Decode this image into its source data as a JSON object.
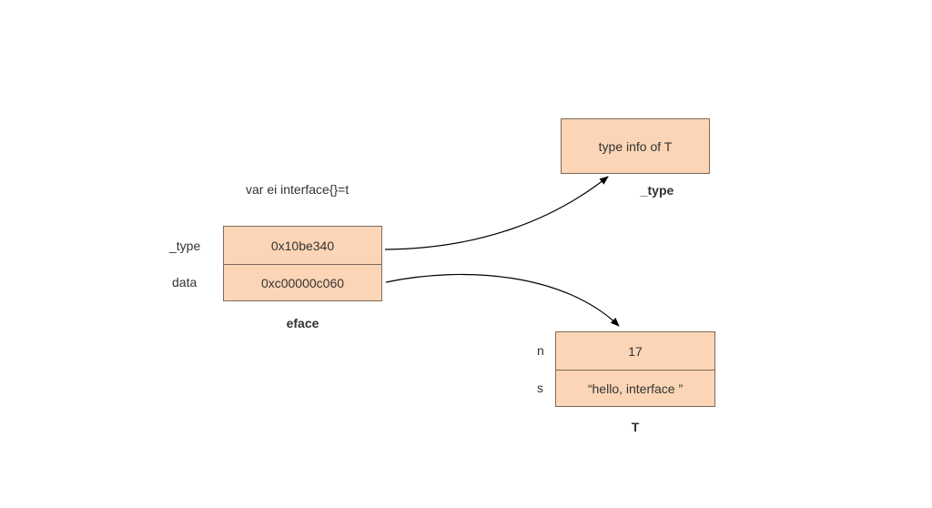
{
  "statement": "var ei interface{}=t",
  "eface": {
    "caption": "eface",
    "fields": [
      {
        "name": "_type",
        "value": "0x10be340"
      },
      {
        "name": "data",
        "value": "0xc00000c060"
      }
    ]
  },
  "type_info": {
    "text": "type info of T",
    "caption": "_type"
  },
  "struct_t": {
    "caption": "T",
    "fields": [
      {
        "name": "n",
        "value": "17"
      },
      {
        "name": "s",
        "value": "“hello, interface ”"
      }
    ]
  },
  "colors": {
    "box_fill": "#fbd5b5",
    "box_border": "#7f6a5a",
    "text": "#333333",
    "arrow": "#000000"
  }
}
